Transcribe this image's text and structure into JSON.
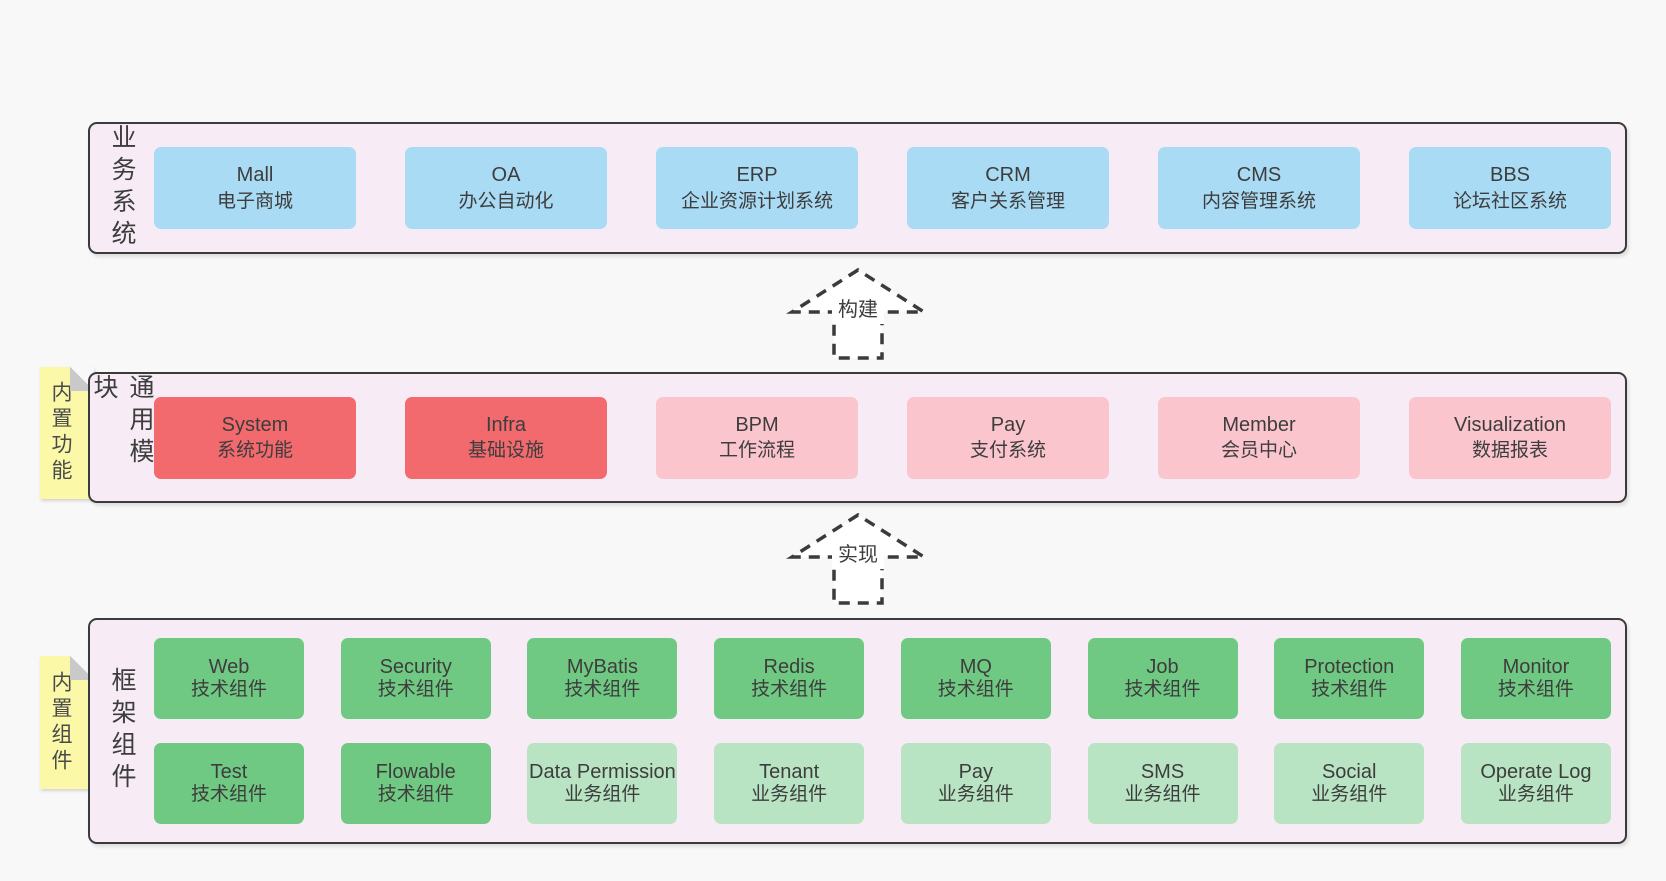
{
  "bands": [
    {
      "label": "业务系统",
      "boxes": [
        {
          "title": "Mall",
          "subtitle": "电子商城",
          "variant": "blue"
        },
        {
          "title": "OA",
          "subtitle": "办公自动化",
          "variant": "blue"
        },
        {
          "title": "ERP",
          "subtitle": "企业资源计划系统",
          "variant": "blue"
        },
        {
          "title": "CRM",
          "subtitle": "客户关系管理",
          "variant": "blue"
        },
        {
          "title": "CMS",
          "subtitle": "内容管理系统",
          "variant": "blue"
        },
        {
          "title": "BBS",
          "subtitle": "论坛社区系统",
          "variant": "blue"
        }
      ]
    },
    {
      "label": "通用模块",
      "note": "内置功能",
      "boxes": [
        {
          "title": "System",
          "subtitle": "系统功能",
          "variant": "red"
        },
        {
          "title": "Infra",
          "subtitle": "基础设施",
          "variant": "red"
        },
        {
          "title": "BPM",
          "subtitle": "工作流程",
          "variant": "pink"
        },
        {
          "title": "Pay",
          "subtitle": "支付系统",
          "variant": "pink"
        },
        {
          "title": "Member",
          "subtitle": "会员中心",
          "variant": "pink"
        },
        {
          "title": "Visualization",
          "subtitle": "数据报表",
          "variant": "pink"
        }
      ]
    },
    {
      "label": "框架组件",
      "note": "内置组件",
      "row1": [
        {
          "title": "Web",
          "subtitle": "技术组件",
          "variant": "green"
        },
        {
          "title": "Security",
          "subtitle": "技术组件",
          "variant": "green"
        },
        {
          "title": "MyBatis",
          "subtitle": "技术组件",
          "variant": "green"
        },
        {
          "title": "Redis",
          "subtitle": "技术组件",
          "variant": "green"
        },
        {
          "title": "MQ",
          "subtitle": "技术组件",
          "variant": "green"
        },
        {
          "title": "Job",
          "subtitle": "技术组件",
          "variant": "green"
        },
        {
          "title": "Protection",
          "subtitle": "技术组件",
          "variant": "green"
        },
        {
          "title": "Monitor",
          "subtitle": "技术组件",
          "variant": "green"
        }
      ],
      "row2": [
        {
          "title": "Test",
          "subtitle": "技术组件",
          "variant": "green"
        },
        {
          "title": "Flowable",
          "subtitle": "技术组件",
          "variant": "green"
        },
        {
          "title": "Data Permission",
          "subtitle": "业务组件",
          "variant": "lightgreen"
        },
        {
          "title": "Tenant",
          "subtitle": "业务组件",
          "variant": "lightgreen"
        },
        {
          "title": "Pay",
          "subtitle": "业务组件",
          "variant": "lightgreen"
        },
        {
          "title": "SMS",
          "subtitle": "业务组件",
          "variant": "lightgreen"
        },
        {
          "title": "Social",
          "subtitle": "业务组件",
          "variant": "lightgreen"
        },
        {
          "title": "Operate Log",
          "subtitle": "业务组件",
          "variant": "lightgreen"
        }
      ]
    }
  ],
  "arrows": [
    {
      "label": "构建"
    },
    {
      "label": "实现"
    }
  ],
  "colors": {
    "page-bg": "#f8f8f8",
    "band-bg": "#f7ecf5",
    "band-border": "#3b3b3b",
    "box-blue": "#a9dbf4",
    "box-red": "#f2696e",
    "box-pink": "#fac5cd",
    "box-green": "#70c983",
    "box-lightgreen": "#b9e4c3",
    "note-yellow": "#fbf9a8",
    "note-fold": "#c9c9c9",
    "text": "#3d3d3d"
  }
}
